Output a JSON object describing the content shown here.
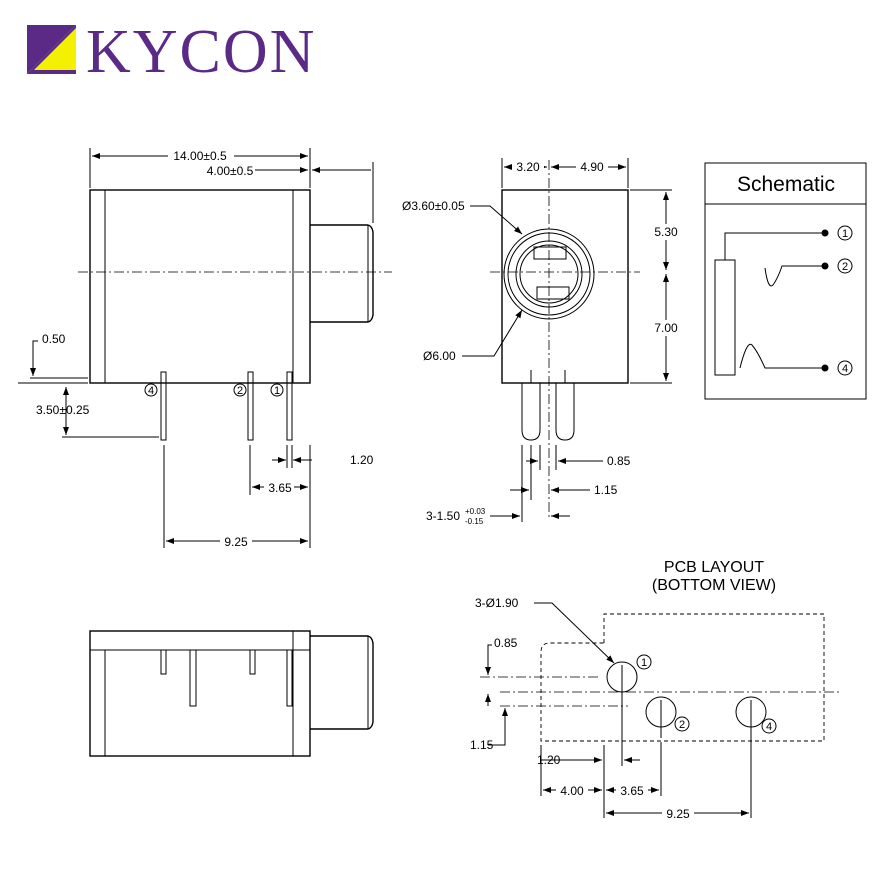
{
  "brand": {
    "name": "KYCON",
    "color": "#5b2a86",
    "accent": "#f4f100"
  },
  "side_view": {
    "length": "14.00±0.5",
    "nose": "4.00±0.5",
    "gap": "0.50",
    "pin_length": "3.50±0.25",
    "pin_width": "1.20",
    "pin_pitch_a": "3.65",
    "pin_pitch_b": "9.25",
    "pins": [
      "4",
      "2",
      "1"
    ]
  },
  "front_view": {
    "width_left": "3.20",
    "width_right": "4.90",
    "height_top": "5.30",
    "height_bottom": "7.00",
    "inner_dia": "Ø3.60±0.05",
    "outer_dia": "Ø6.00",
    "pin_thickness": "0.85",
    "pin_spacing": "1.15",
    "pin_label_main": "3-1.50",
    "pin_tol_plus": "+0.03",
    "pin_tol_minus": "-0.15"
  },
  "schematic": {
    "title": "Schematic",
    "pins": [
      "1",
      "2",
      "4"
    ]
  },
  "pcb": {
    "title_line1": "PCB LAYOUT",
    "title_line2": "(BOTTOM VIEW)",
    "hole": "3-Ø1.90",
    "offset_top": "0.85",
    "offset_bottom": "1.15",
    "dim_a": "1.20",
    "dim_b": "4.00",
    "dim_c": "3.65",
    "dim_d": "9.25",
    "pins": [
      "1",
      "2",
      "4"
    ]
  }
}
